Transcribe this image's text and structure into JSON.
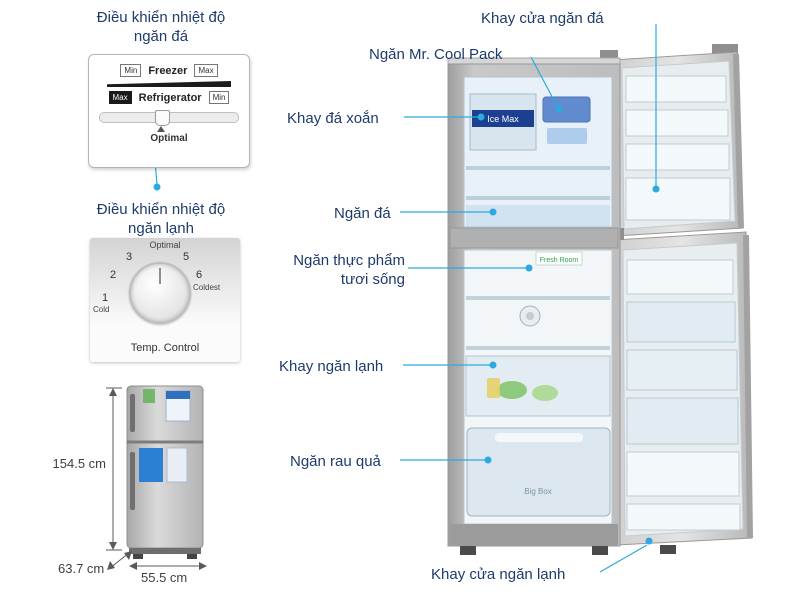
{
  "colors": {
    "label_navy": "#1e3b6d",
    "leader_blue": "#2da9e1"
  },
  "annotations": {
    "freezer_temp": {
      "line1": "Điều khiển nhiệt độ",
      "line2": "ngăn đá"
    },
    "fridge_temp": {
      "line1": "Điều khiển nhiệt độ",
      "line2": "ngăn lạnh"
    },
    "freezer_door_tray": "Khay cửa ngăn đá",
    "cool_pack": "Ngăn Mr. Cool Pack",
    "twist_ice_tray": "Khay đá xoắn",
    "freezer": "Ngăn đá",
    "fresh_food_line1": "Ngăn thực phẩm",
    "fresh_food_line2": "tươi sống",
    "fridge_tray": "Khay ngăn lạnh",
    "veg_box": "Ngăn rau quả",
    "fridge_door_tray": "Khay cửa ngăn lạnh"
  },
  "control_panel": {
    "freezer_label": "Freezer",
    "refrigerator_label": "Refrigerator",
    "min_label": "Min",
    "max_label": "Max",
    "optimal_label": "Optimal"
  },
  "temp_dial": {
    "optimal_label": "Optimal",
    "numbers": {
      "n1": "1",
      "n2": "2",
      "n3": "3",
      "n5": "5",
      "n6": "6"
    },
    "cold_label": "Cold",
    "coldest_label": "Coldest",
    "caption": "Temp. Control"
  },
  "dimensions": {
    "height": "154.5 cm",
    "depth": "63.7 cm",
    "width": "55.5 cm"
  },
  "fridge_graphic": {
    "ice_label": "Ice Max",
    "fresh_label": "Fresh Room",
    "bigbox_label": "Big Box"
  }
}
